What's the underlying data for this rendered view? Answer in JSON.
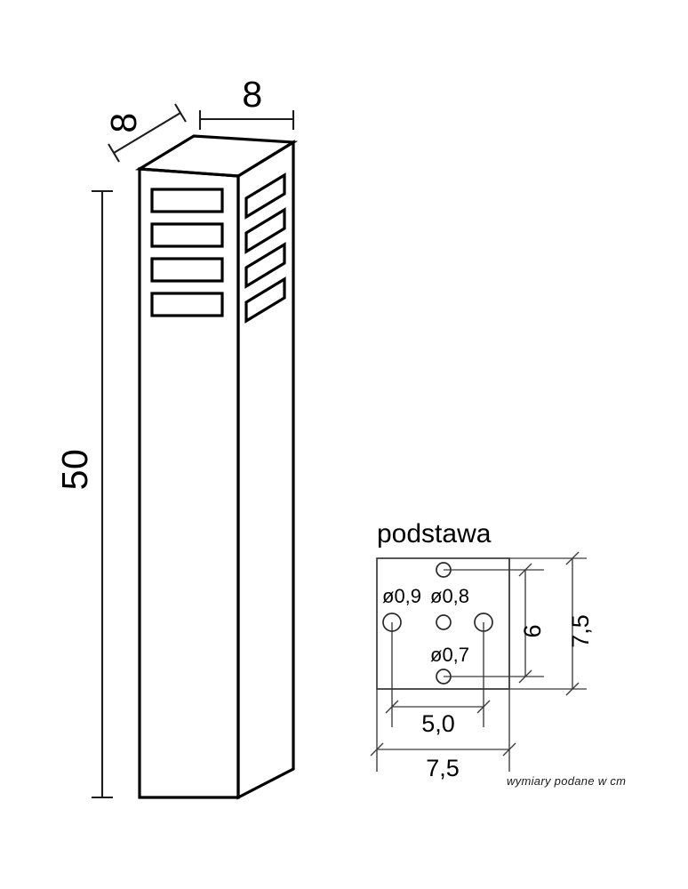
{
  "drawing": {
    "units_note": "wymiary podane w cm",
    "main_view": {
      "name": "bollard-isometric-view",
      "height_label": "50",
      "width_front_label": "8",
      "width_depth_label": "8",
      "front_slot_count": 4,
      "side_slot_count": 4
    },
    "base_detail": {
      "title": "podstawa",
      "plate_width_label": "7,5",
      "plate_height_label": "7,5",
      "hole_spacing_horizontal_label": "5,0",
      "hole_spacing_vertical_label": "6",
      "hole_labels": {
        "large": "ø0,9",
        "medium": "ø0,8",
        "small": "ø0,7"
      }
    }
  },
  "colors": {
    "outline": "#000000",
    "dimension": "#1c1c1c",
    "thin_line": "#3a3a3a",
    "background": "#ffffff"
  }
}
